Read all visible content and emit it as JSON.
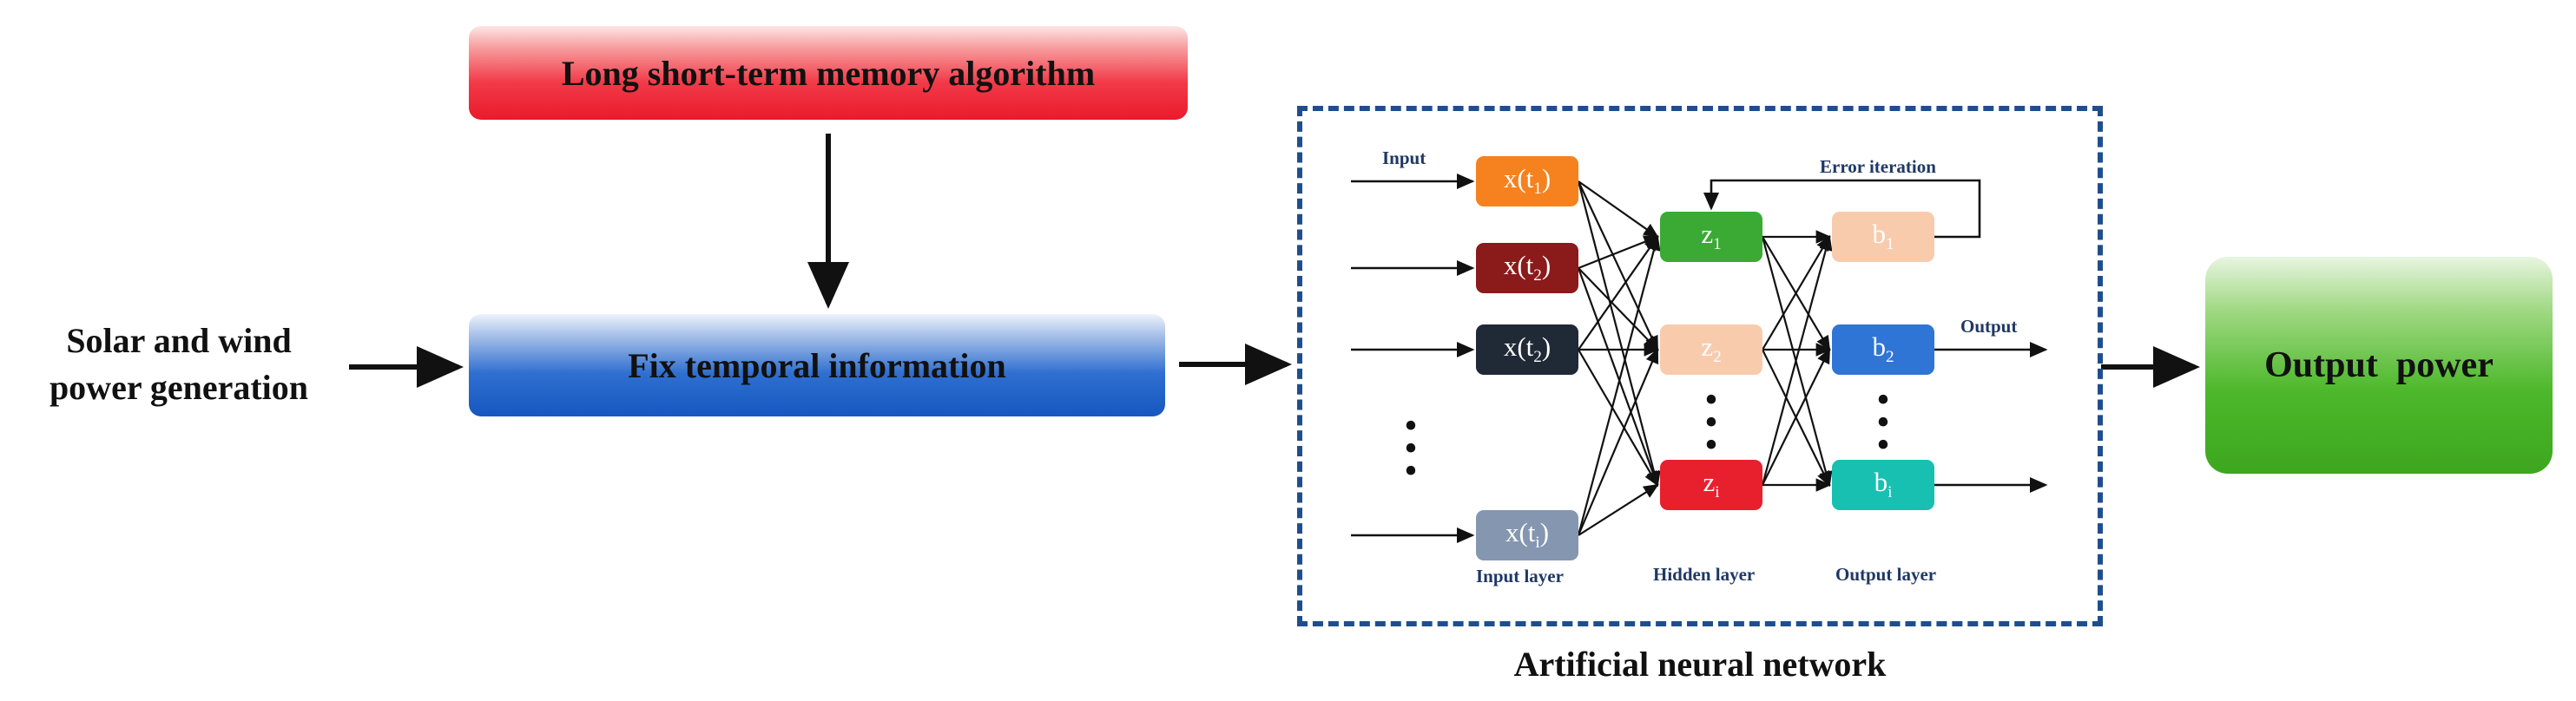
{
  "flow": {
    "source_label_line1": "Solar and wind",
    "source_label_line2": "power generation",
    "lstm_label": "Long short-term memory algorithm",
    "fix_label": "Fix temporal information",
    "ann_label": "Artificial neural network",
    "output_label": "Output  power"
  },
  "ann": {
    "input_text": "Input",
    "error_iteration": "Error iteration",
    "output_text": "Output",
    "input_layer": "Input layer",
    "hidden_layer": "Hidden layer",
    "output_layer": "Output layer",
    "input_nodes": [
      {
        "base": "x(t",
        "sub": "1",
        "tail": ")",
        "color": "#f5821f"
      },
      {
        "base": "x(t",
        "sub": "2",
        "tail": ")",
        "color": "#8b1a1a"
      },
      {
        "base": "x(t",
        "sub": "2",
        "tail": ")",
        "color": "#1f2a36"
      },
      {
        "base": "x(t",
        "sub": "i",
        "tail": ")",
        "color": "#8496b0"
      }
    ],
    "hidden_nodes": [
      {
        "base": "z",
        "sub": "1",
        "color": "#3aaa35"
      },
      {
        "base": "z",
        "sub": "2",
        "color": "#f8cbad"
      },
      {
        "base": "z",
        "sub": "i",
        "color": "#e8202e"
      }
    ],
    "output_nodes": [
      {
        "base": "b",
        "sub": "1",
        "color": "#f8cbad"
      },
      {
        "base": "b",
        "sub": "2",
        "color": "#2e75d6"
      },
      {
        "base": "b",
        "sub": "i",
        "color": "#17c0b0"
      }
    ]
  }
}
